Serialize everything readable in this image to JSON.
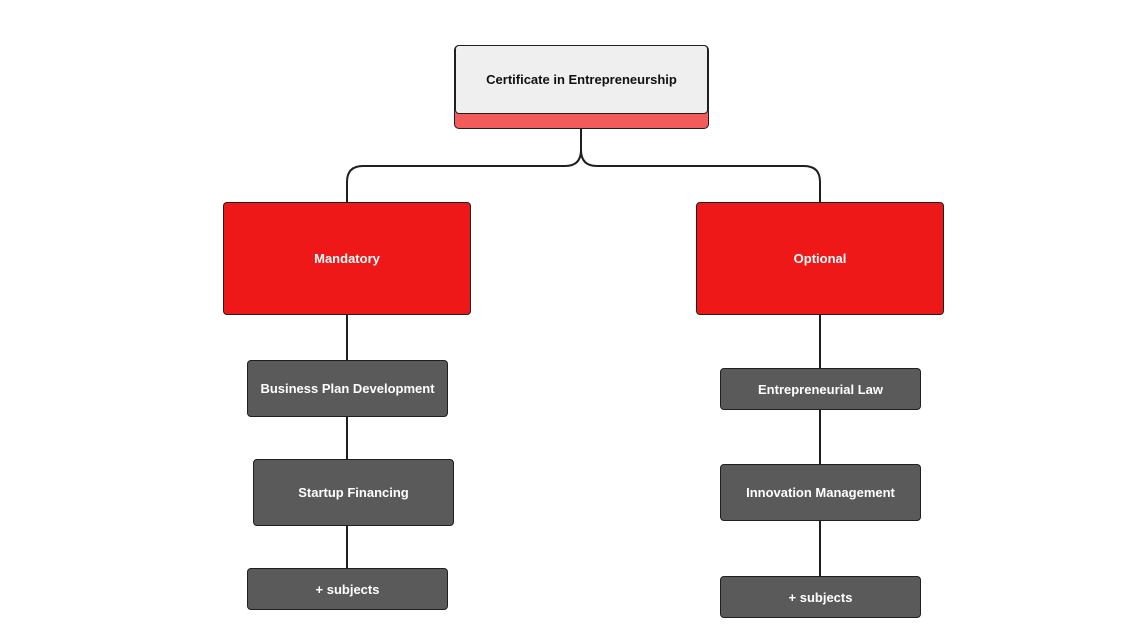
{
  "diagram": {
    "root": {
      "label": "Certificate in Entrepreneurship"
    },
    "categories": [
      {
        "label": "Mandatory",
        "subjects": [
          {
            "label": "Business Plan Development"
          },
          {
            "label": "Startup Financing"
          },
          {
            "label": "+ subjects"
          }
        ]
      },
      {
        "label": "Optional",
        "subjects": [
          {
            "label": "Entrepreneurial Law"
          },
          {
            "label": "Innovation Management"
          },
          {
            "label": "+ subjects"
          }
        ]
      }
    ],
    "colors": {
      "root_fill": "#efefef",
      "root_accent": "#f25b5b",
      "category_fill": "#ee1818",
      "subject_fill": "#5a5a5a",
      "line": "#1f1f1f"
    }
  }
}
